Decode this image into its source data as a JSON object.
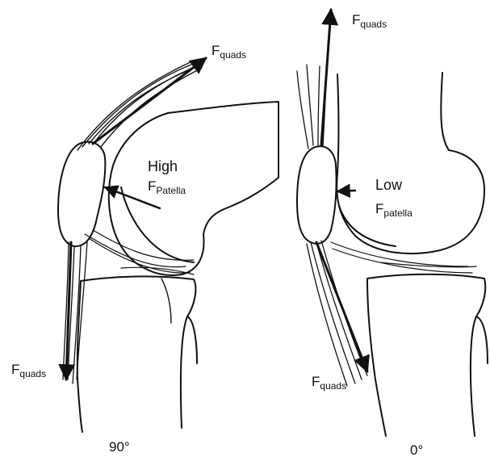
{
  "panels": [
    {
      "angle": "90°",
      "force_top": {
        "main": "F",
        "sub": "quads"
      },
      "force_bottom": {
        "main": "F",
        "sub": "quads"
      },
      "patella_force": {
        "level": "High",
        "main": "F",
        "sub": "Patella"
      }
    },
    {
      "angle": "0°",
      "force_top": {
        "main": "F",
        "sub": "quads"
      },
      "force_bottom": {
        "main": "F",
        "sub": "quads"
      },
      "patella_force": {
        "level": "Low",
        "main": "F",
        "sub": "patella"
      }
    }
  ],
  "colors": {
    "ink": "#111111",
    "paper": "#ffffff"
  }
}
